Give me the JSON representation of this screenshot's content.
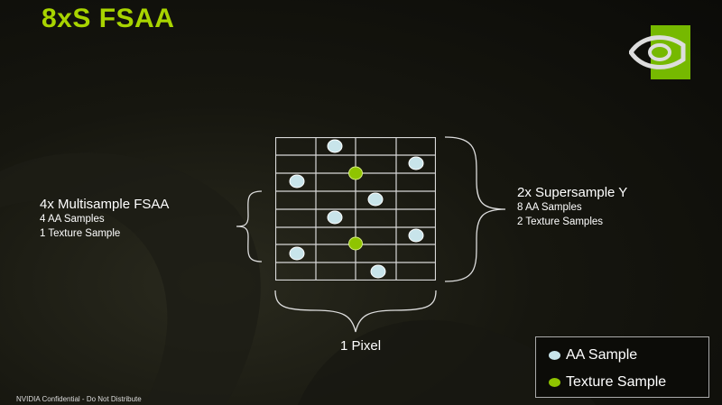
{
  "title": "8xS FSAA",
  "left_label": {
    "heading": "4x Multisample FSAA",
    "lines": [
      "4 AA Samples",
      "1 Texture Sample"
    ]
  },
  "right_label": {
    "heading": "2x Supersample Y",
    "lines": [
      "8 AA Samples",
      "2 Texture Samples"
    ]
  },
  "bottom_label": "1 Pixel",
  "legend": {
    "items": [
      {
        "label": "AA Sample",
        "color": "#c8e4ea"
      },
      {
        "label": "Texture Sample",
        "color": "#8fc400"
      }
    ]
  },
  "footer": "NVIDIA Confidential - Do Not Distribute",
  "colors": {
    "accent": "#a8d400",
    "aa_sample": "#c8e4ea",
    "texture_sample": "#8fc400"
  }
}
